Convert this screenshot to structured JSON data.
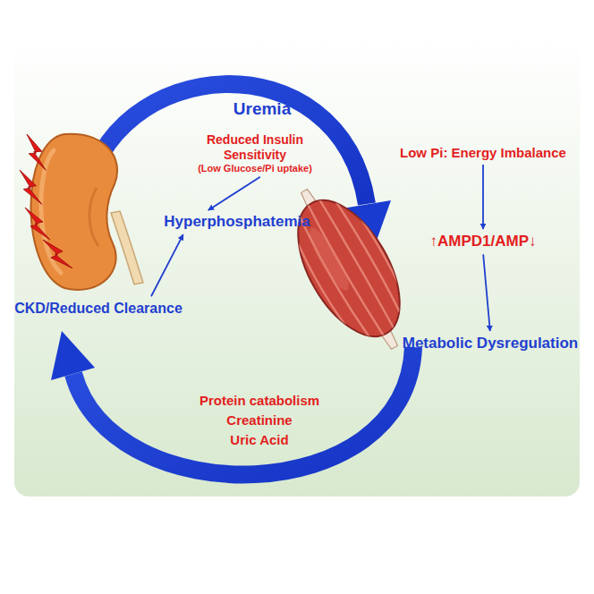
{
  "diagram": {
    "nodes": [
      {
        "text": [
          "Reduced Insulin Sensitivity",
          "(Low Glucose/Pi uptake)"
        ]
      },
      {
        "text": [
          "Low Pi: Energy Imbalance"
        ]
      },
      {
        "text": [
          "Hyperphosphatemia"
        ]
      },
      {
        "text": [
          "↑AMPD1/AMP↓"
        ]
      },
      {
        "text": [
          "CKD/Reduced Clearance"
        ]
      },
      {
        "text": [
          "Metabolic Dysregulation"
        ]
      }
    ],
    "edges": [
      {
        "from": 0,
        "to": 2,
        "arrow": "to"
      },
      {
        "from": 4,
        "to": 2,
        "arrow": "to"
      },
      {
        "from": 1,
        "to": 3,
        "arrow": "to"
      },
      {
        "from": 3,
        "to": 5,
        "arrow": "to"
      }
    ],
    "labels": [
      "Uremia",
      "Protein catabolism",
      "Creatinine",
      "Uric Acid"
    ]
  }
}
